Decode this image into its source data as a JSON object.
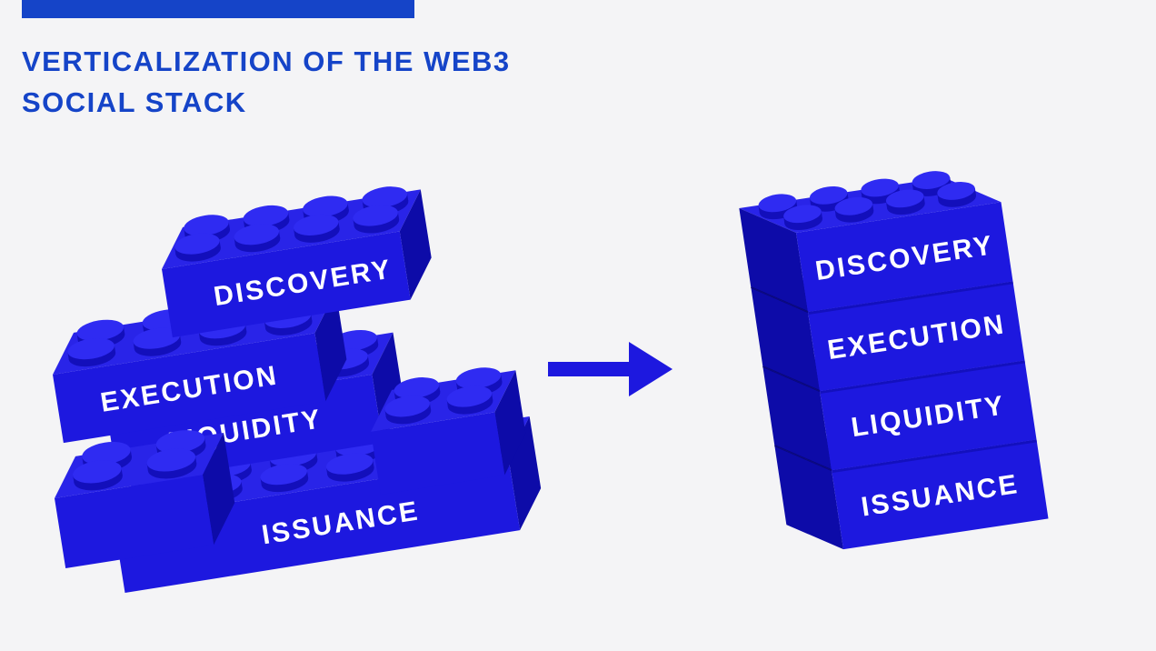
{
  "title": {
    "line1": "VERTICALIZATION OF THE WEB3",
    "line2": "SOCIAL STACK"
  },
  "diagram": {
    "left_group": {
      "bricks": [
        {
          "label": "DISCOVERY"
        },
        {
          "label": "EXECUTION"
        },
        {
          "label": "LIQUIDITY"
        },
        {
          "label": "ISSUANCE"
        }
      ]
    },
    "arrow": {
      "direction": "right"
    },
    "right_group": {
      "bricks": [
        {
          "label": "DISCOVERY"
        },
        {
          "label": "EXECUTION"
        },
        {
          "label": "LIQUIDITY"
        },
        {
          "label": "ISSUANCE"
        }
      ]
    }
  },
  "colors": {
    "background": "#F4F4F6",
    "accent": "#1544C8",
    "brick_front": "#1D18DF",
    "brick_top": "#2924E8",
    "brick_side": "#0D0BA8",
    "stud_top": "#2F2BF2",
    "stud_side": "#130FBB",
    "label_text": "#FFFFFF"
  }
}
